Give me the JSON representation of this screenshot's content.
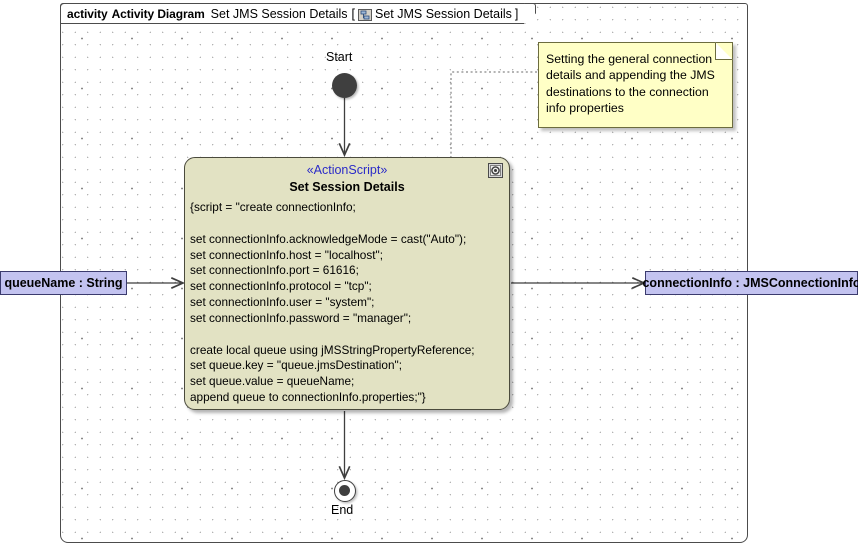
{
  "frame": {
    "kind": "activity",
    "type_label": "Activity Diagram",
    "name": "Set JMS Session Details",
    "bracket_open": "[",
    "bracket_close": "]",
    "icon": "activity-diagram-icon",
    "qualified_name": "Set JMS Session Details"
  },
  "nodes": {
    "start": {
      "label": "Start",
      "type": "initial-node"
    },
    "end": {
      "label": "End",
      "type": "activity-final-node"
    },
    "action": {
      "stereotype": "«ActionScript»",
      "title": "Set Session Details",
      "icon": "script-action-icon",
      "script": "{script = \"create connectionInfo;\n\nset connectionInfo.acknowledgeMode = cast(\"Auto\");\nset connectionInfo.host = \"localhost\";\nset connectionInfo.port = 61616;\nset connectionInfo.protocol = \"tcp\";\nset connectionInfo.user = \"system\";\nset connectionInfo.password = \"manager\";\n\ncreate local queue using jMSStringPropertyReference;\nset queue.key = \"queue.jmsDestination\";\nset queue.value = queueName;\nappend queue to connectionInfo.properties;\"}"
    }
  },
  "pins": {
    "input": {
      "label": "queueName : String",
      "name": "queueName",
      "type": "String"
    },
    "output": {
      "label": "connectionInfo : JMSConnectionInfo",
      "name": "connectionInfo",
      "type": "JMSConnectionInfo"
    }
  },
  "note": {
    "text": "Setting the general connection details and appending the JMS destinations to the connection info properties"
  },
  "colors": {
    "action_fill": "#e2e2c3",
    "action_stroke": "#4a4a3c",
    "stereotype_text": "#2b2bc8",
    "pin_fill": "#c3c3f0",
    "pin_stroke": "#3b3b6e",
    "note_fill": "#ffffc6",
    "note_stroke": "#6c6c3e",
    "node_fill": "#3f3f3f",
    "frame_stroke": "#4c4c4c",
    "canvas": "#ffffff"
  }
}
